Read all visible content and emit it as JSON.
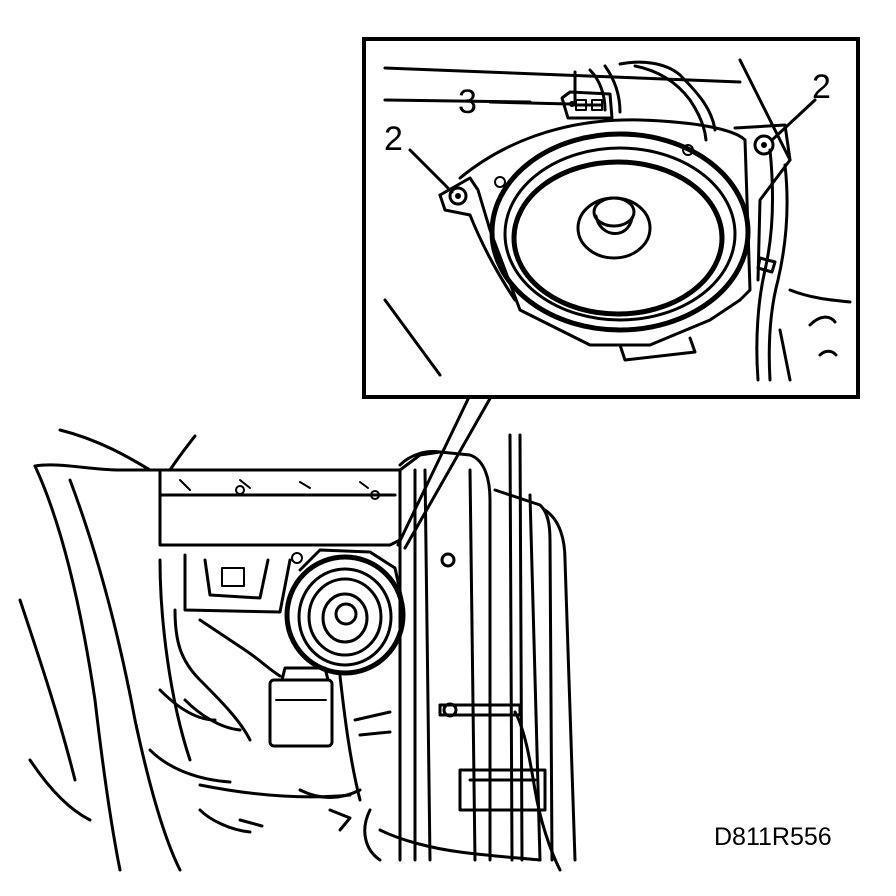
{
  "callouts": {
    "label_3": "3",
    "label_2_left": "2",
    "label_2_right": "2"
  },
  "figure_code": "D811R556",
  "colors": {
    "ink": "#000000",
    "paper": "#ffffff"
  }
}
